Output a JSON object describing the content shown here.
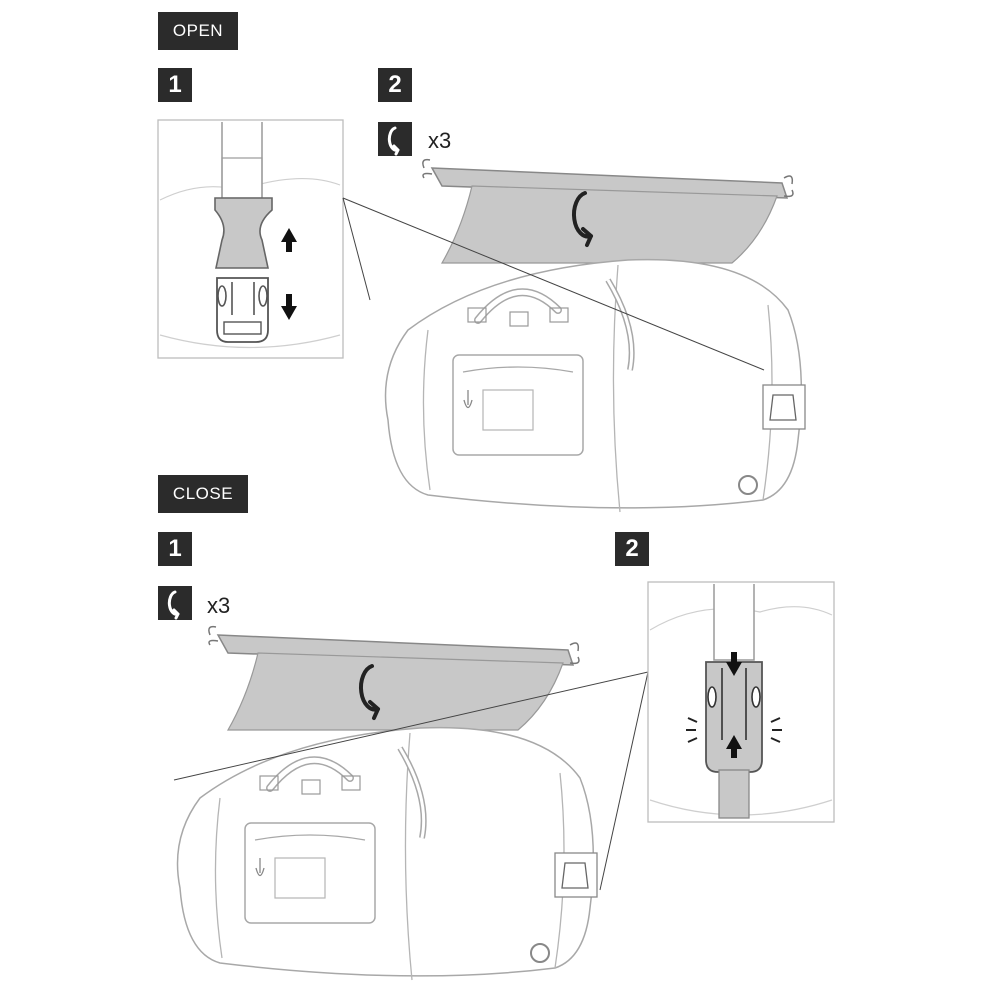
{
  "open": {
    "label": "OPEN",
    "step1": {
      "number": "1"
    },
    "step2": {
      "number": "2",
      "repeat": "x3",
      "icon": "rotate-icon"
    }
  },
  "close": {
    "label": "CLOSE",
    "step1": {
      "number": "1",
      "repeat": "x3",
      "icon": "rotate-icon"
    },
    "step2": {
      "number": "2"
    }
  },
  "colors": {
    "dark": "#2b2b2b",
    "fill": "#c8c8c8",
    "line": "#9a9a9a"
  }
}
